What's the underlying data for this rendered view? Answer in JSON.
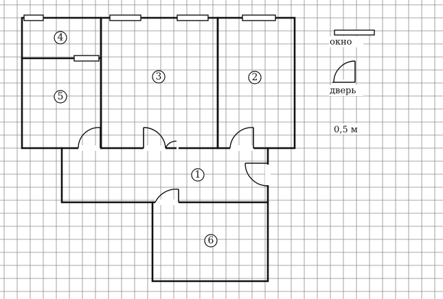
{
  "rooms": [
    {
      "id": "4",
      "label": "4"
    },
    {
      "id": "5",
      "label": "5"
    },
    {
      "id": "3",
      "label": "3"
    },
    {
      "id": "2",
      "label": "2"
    },
    {
      "id": "1",
      "label": "1"
    },
    {
      "id": "6",
      "label": "6"
    }
  ],
  "legend": {
    "window_label": "окно",
    "door_label": "дверь",
    "scale_label": "0,5 м"
  }
}
